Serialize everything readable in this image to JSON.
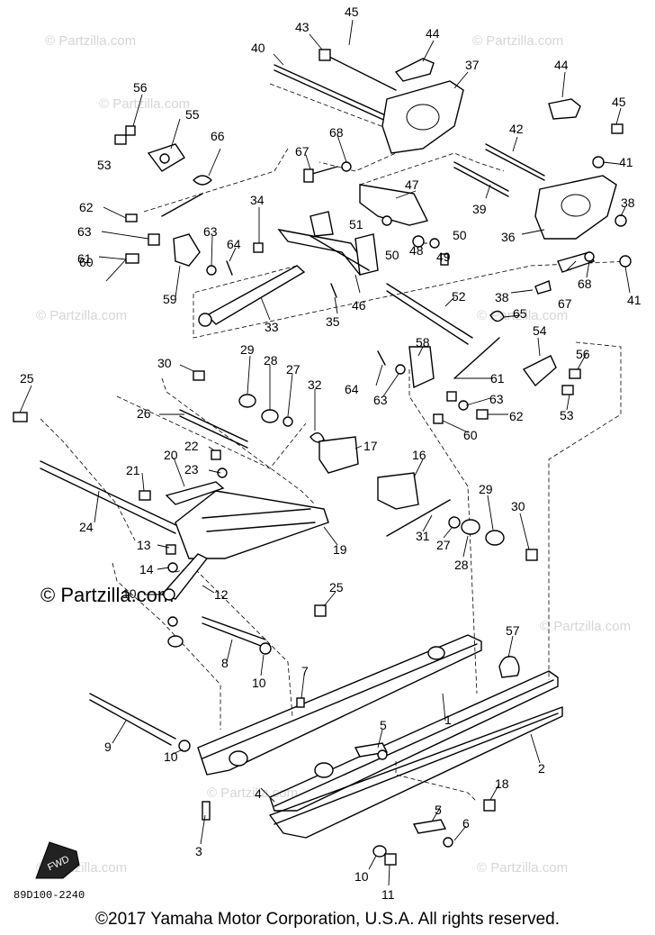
{
  "watermark": "© Partzilla.com",
  "fwd_label": "FWD",
  "diagram_code": "89D100-2240",
  "copyright": "©2017  Yamaha Motor Corporation, U.S.A. All rights reserved.",
  "callouts": [
    {
      "id": "c1",
      "text": "1"
    },
    {
      "id": "c2",
      "text": "2"
    },
    {
      "id": "c3",
      "text": "3"
    },
    {
      "id": "c4",
      "text": "4"
    },
    {
      "id": "c5a",
      "text": "5"
    },
    {
      "id": "c5b",
      "text": "5"
    },
    {
      "id": "c6",
      "text": "6"
    },
    {
      "id": "c7",
      "text": "7"
    },
    {
      "id": "c8",
      "text": "8"
    },
    {
      "id": "c9",
      "text": "9"
    },
    {
      "id": "c10a",
      "text": "10"
    },
    {
      "id": "c10b",
      "text": "10"
    },
    {
      "id": "c10c",
      "text": "10"
    },
    {
      "id": "c10d",
      "text": "10"
    },
    {
      "id": "c11",
      "text": "11"
    },
    {
      "id": "c12",
      "text": "12"
    },
    {
      "id": "c13",
      "text": "13"
    },
    {
      "id": "c14",
      "text": "14"
    },
    {
      "id": "c16",
      "text": "16"
    },
    {
      "id": "c17",
      "text": "17"
    },
    {
      "id": "c18",
      "text": "18"
    },
    {
      "id": "c19",
      "text": "19"
    },
    {
      "id": "c20",
      "text": "20"
    },
    {
      "id": "c21",
      "text": "21"
    },
    {
      "id": "c22",
      "text": "22"
    },
    {
      "id": "c23",
      "text": "23"
    },
    {
      "id": "c24",
      "text": "24"
    },
    {
      "id": "c25a",
      "text": "25"
    },
    {
      "id": "c25b",
      "text": "25"
    },
    {
      "id": "c26",
      "text": "26"
    },
    {
      "id": "c27a",
      "text": "27"
    },
    {
      "id": "c27b",
      "text": "27"
    },
    {
      "id": "c28a",
      "text": "28"
    },
    {
      "id": "c28b",
      "text": "28"
    },
    {
      "id": "c29a",
      "text": "29"
    },
    {
      "id": "c29b",
      "text": "29"
    },
    {
      "id": "c30a",
      "text": "30"
    },
    {
      "id": "c30b",
      "text": "30"
    },
    {
      "id": "c31",
      "text": "31"
    },
    {
      "id": "c32",
      "text": "32"
    },
    {
      "id": "c33",
      "text": "33"
    },
    {
      "id": "c34",
      "text": "34"
    },
    {
      "id": "c35",
      "text": "35"
    },
    {
      "id": "c36",
      "text": "36"
    },
    {
      "id": "c37",
      "text": "37"
    },
    {
      "id": "c38a",
      "text": "38"
    },
    {
      "id": "c38b",
      "text": "38"
    },
    {
      "id": "c39",
      "text": "39"
    },
    {
      "id": "c40",
      "text": "40"
    },
    {
      "id": "c41a",
      "text": "41"
    },
    {
      "id": "c41b",
      "text": "41"
    },
    {
      "id": "c42",
      "text": "42"
    },
    {
      "id": "c43",
      "text": "43"
    },
    {
      "id": "c44a",
      "text": "44"
    },
    {
      "id": "c44b",
      "text": "44"
    },
    {
      "id": "c45a",
      "text": "45"
    },
    {
      "id": "c45b",
      "text": "45"
    },
    {
      "id": "c46",
      "text": "46"
    },
    {
      "id": "c47",
      "text": "47"
    },
    {
      "id": "c48",
      "text": "48"
    },
    {
      "id": "c49",
      "text": "49"
    },
    {
      "id": "c50a",
      "text": "50"
    },
    {
      "id": "c50b",
      "text": "50"
    },
    {
      "id": "c51",
      "text": "51"
    },
    {
      "id": "c52",
      "text": "52"
    },
    {
      "id": "c53a",
      "text": "53"
    },
    {
      "id": "c53b",
      "text": "53"
    },
    {
      "id": "c54",
      "text": "54"
    },
    {
      "id": "c55",
      "text": "55"
    },
    {
      "id": "c56a",
      "text": "56"
    },
    {
      "id": "c56b",
      "text": "56"
    },
    {
      "id": "c57",
      "text": "57"
    },
    {
      "id": "c58",
      "text": "58"
    },
    {
      "id": "c59",
      "text": "59"
    },
    {
      "id": "c60a",
      "text": "60"
    },
    {
      "id": "c60b",
      "text": "60"
    },
    {
      "id": "c61a",
      "text": "61"
    },
    {
      "id": "c61b",
      "text": "61"
    },
    {
      "id": "c62a",
      "text": "62"
    },
    {
      "id": "c62b",
      "text": "62"
    },
    {
      "id": "c63a",
      "text": "63"
    },
    {
      "id": "c63b",
      "text": "63"
    },
    {
      "id": "c63c",
      "text": "63"
    },
    {
      "id": "c63d",
      "text": "63"
    },
    {
      "id": "c64a",
      "text": "64"
    },
    {
      "id": "c64b",
      "text": "64"
    },
    {
      "id": "c65",
      "text": "65"
    },
    {
      "id": "c66",
      "text": "66"
    },
    {
      "id": "c67a",
      "text": "67"
    },
    {
      "id": "c67b",
      "text": "67"
    },
    {
      "id": "c68a",
      "text": "68"
    },
    {
      "id": "c68b",
      "text": "68"
    }
  ]
}
